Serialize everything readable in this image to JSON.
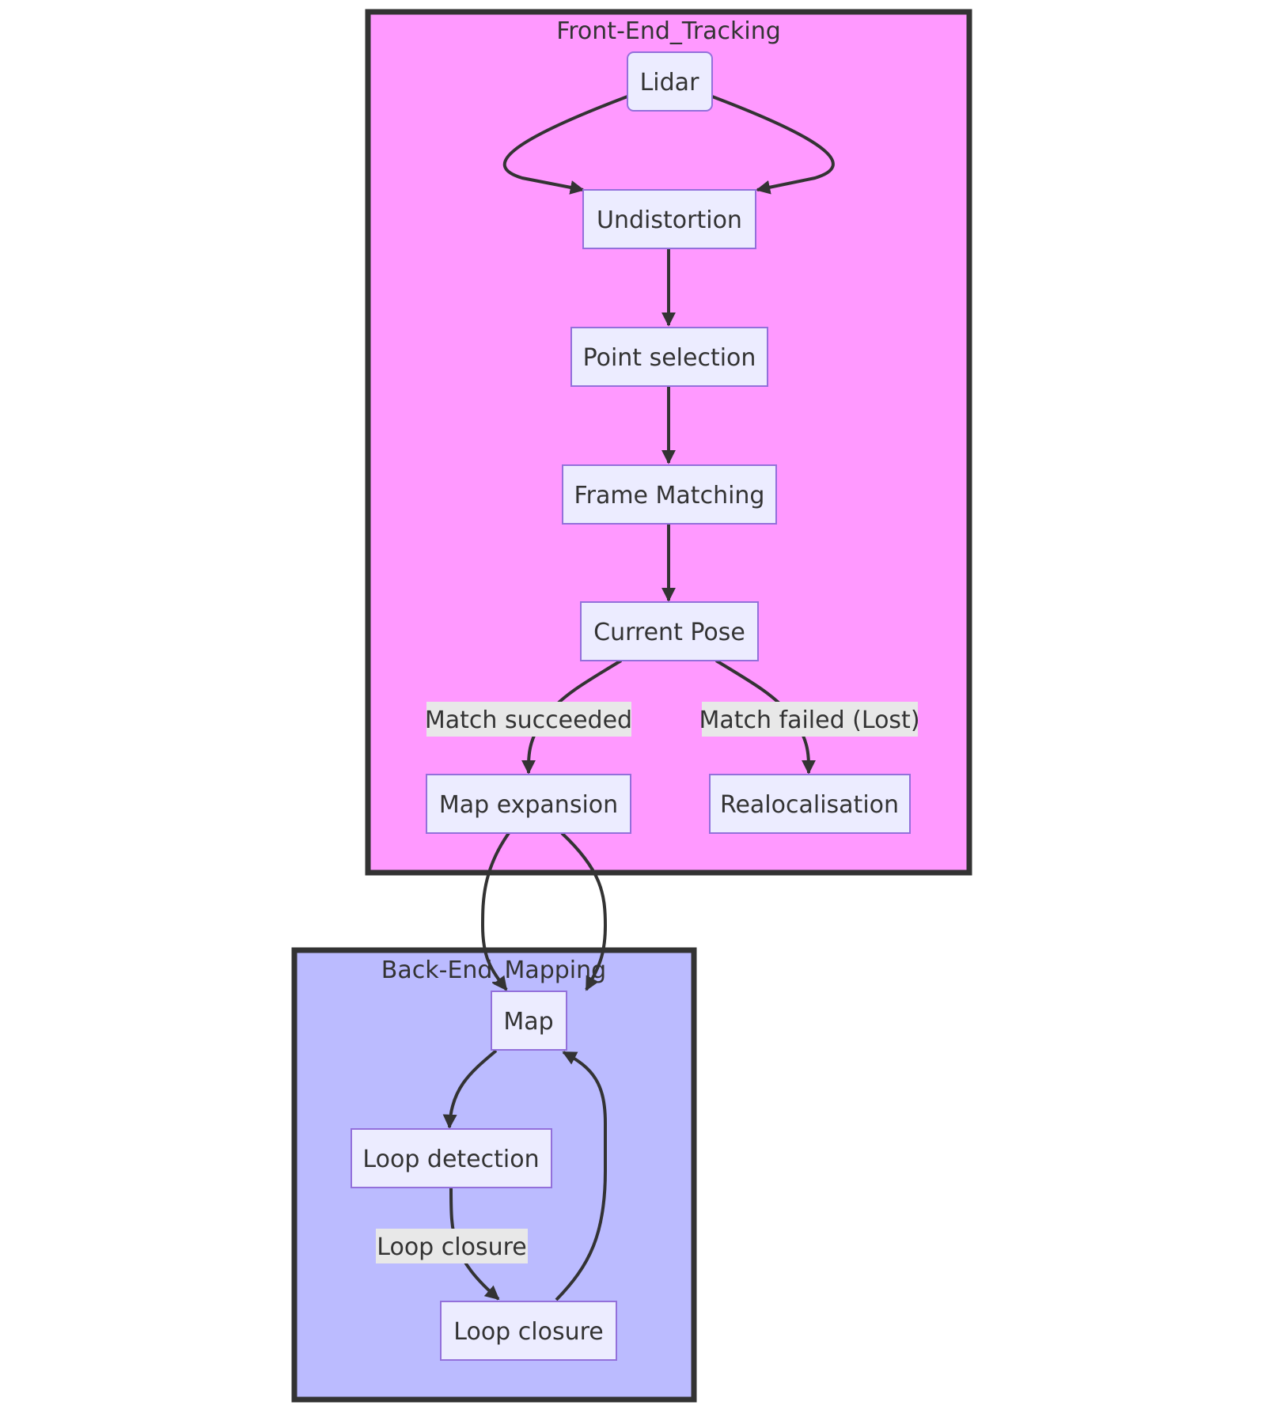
{
  "clusters": {
    "front": {
      "title": "Front-End_Tracking",
      "fill": "#FF99FF",
      "stroke": "#333333"
    },
    "back": {
      "title": "Back-End_Mapping",
      "fill": "#BBBBFF",
      "stroke": "#333333"
    }
  },
  "nodes": {
    "lidar": "Lidar",
    "undistortion": "Undistortion",
    "point_selection": "Point selection",
    "frame_matching": "Frame Matching",
    "current_pose": "Current Pose",
    "map_expansion": "Map expansion",
    "realocalisation": "Realocalisation",
    "map": "Map",
    "loop_detection": "Loop detection",
    "loop_closure": "Loop closure"
  },
  "edge_labels": {
    "match_succeeded": "Match succeeded",
    "match_failed": "Match failed (Lost)",
    "loop_closure": "Loop closure"
  },
  "colors": {
    "node_fill": "#ECECFF",
    "node_stroke": "#9370DB",
    "edge": "#333333",
    "edge_label_bg": "#E8E8E8"
  }
}
